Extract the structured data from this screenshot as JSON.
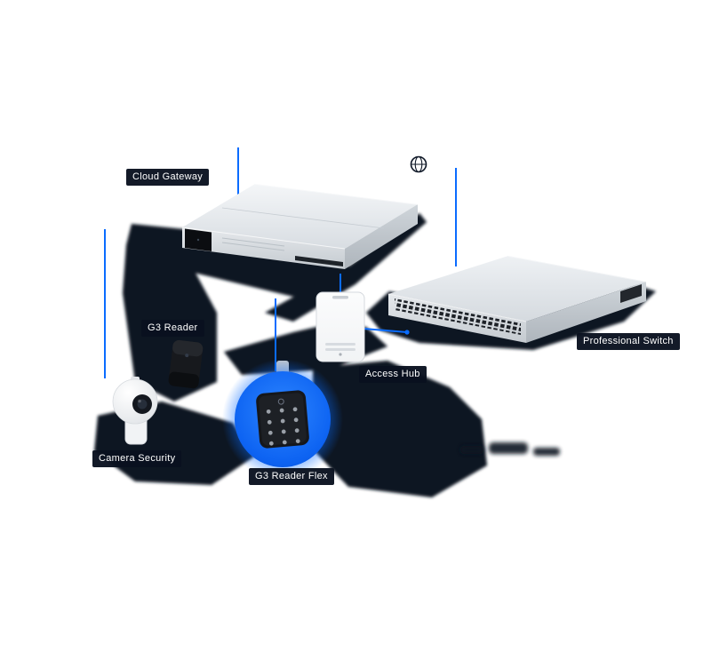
{
  "diagram": {
    "nodes": [
      {
        "id": "cloud-gateway",
        "label": "Cloud Gateway"
      },
      {
        "id": "professional-switch",
        "label": "Professional Switch"
      },
      {
        "id": "access-hub",
        "label": "Access Hub"
      },
      {
        "id": "g3-reader",
        "label": "G3 Reader"
      },
      {
        "id": "g3-reader-flex",
        "label": "G3 Reader Flex"
      },
      {
        "id": "camera-security",
        "label": "Camera Security"
      }
    ],
    "icons": [
      {
        "name": "globe-icon",
        "meaning": "internet"
      }
    ],
    "colors": {
      "accent_blue": "#0a6cff",
      "glow_blue": "#2e86ff",
      "shadow_navy": "#0c1422",
      "device_silver": "#dfe3e8",
      "device_black": "#17191d",
      "background": "#ffffff",
      "label_text": "#ffffff"
    }
  }
}
